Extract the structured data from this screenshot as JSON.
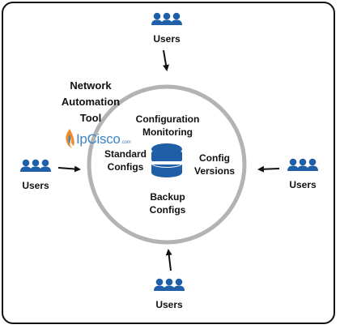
{
  "diagram": {
    "tool_title_line1": "Network",
    "tool_title_line2": "Automation",
    "tool_title_line3": "Tool",
    "logo_name": "IpCisco",
    "logo_suffix": ".com",
    "center": {
      "configuration_monitoring_line1": "Configuration",
      "configuration_monitoring_line2": "Monitoring",
      "standard_configs_line1": "Standard",
      "standard_configs_line2": "Configs",
      "config_versions_line1": "Config",
      "config_versions_line2": "Versions",
      "backup_configs_line1": "Backup",
      "backup_configs_line2": "Configs"
    },
    "users": {
      "top": "Users",
      "left": "Users",
      "right": "Users",
      "bottom": "Users"
    },
    "icons": {
      "database": "database-icon",
      "users": "users-group-icon",
      "arrow": "arrow-icon",
      "logo_flame": "flame-logo-icon"
    },
    "colors": {
      "icon_blue": "#1f5fa8",
      "circle_gray": "#b3b3b3",
      "frame": "#111111",
      "logo_blue": "#3d86c6",
      "logo_flame_orange": "#f08a24"
    }
  }
}
